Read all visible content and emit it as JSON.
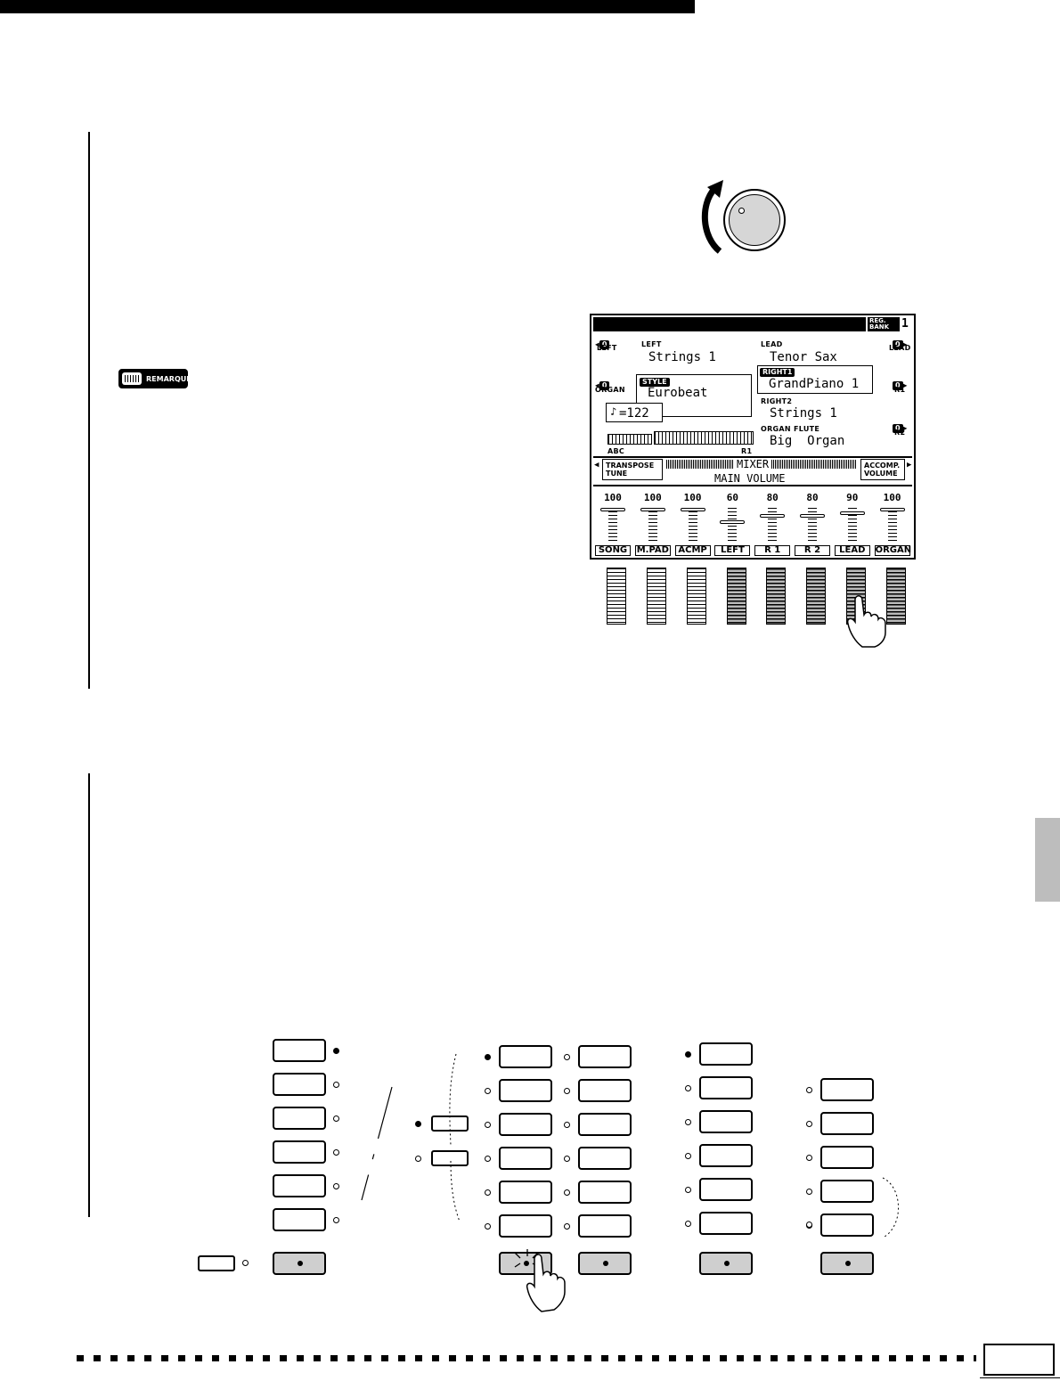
{
  "lcd": {
    "reg_bank_label": "REG.\nBANK",
    "reg_bank_value": "1",
    "left_octave": {
      "value": "0",
      "label": "LEFT"
    },
    "lead_octave": {
      "value": "0",
      "label": "LEAD"
    },
    "organ_octave": {
      "value": "0",
      "label": "ORGAN"
    },
    "r1_octave": {
      "value": "0",
      "label": "R1"
    },
    "r2_octave": {
      "value": "0",
      "label": "R2"
    },
    "left_voice": {
      "label": "LEFT",
      "name": "Strings 1"
    },
    "lead_voice": {
      "label": "LEAD",
      "name": "Tenor Sax"
    },
    "style": {
      "label": "STYLE",
      "name": "Eurobeat"
    },
    "right1": {
      "label": "RIGHT1",
      "name": "GrandPiano 1"
    },
    "right2": {
      "label": "RIGHT2",
      "name": "Strings 1"
    },
    "organ_flute": {
      "label": "ORGAN FLUTE",
      "name": "Big  Organ"
    },
    "tempo": "=122",
    "keyboard_left_label": "ABC",
    "keyboard_right_label": "R1",
    "left_tab": "TRANSPOSE\nTUNE",
    "right_tab": "ACCOMP.\nVOLUME",
    "mixer_title": "MIXER",
    "mixer_subtitle": "MAIN VOLUME",
    "channels": [
      {
        "label": "SONG",
        "value": "100",
        "level": 1.0
      },
      {
        "label": "M.PAD",
        "value": "100",
        "level": 1.0
      },
      {
        "label": "ACMP",
        "value": "100",
        "level": 1.0
      },
      {
        "label": "LEFT",
        "value": "60",
        "level": 0.6
      },
      {
        "label": "R 1",
        "value": "80",
        "level": 0.8
      },
      {
        "label": "R 2",
        "value": "80",
        "level": 0.8
      },
      {
        "label": "LEAD",
        "value": "90",
        "level": 0.9
      },
      {
        "label": "ORGAN",
        "value": "100",
        "level": 1.0
      }
    ]
  },
  "note": {
    "label": "REMARQUE"
  }
}
